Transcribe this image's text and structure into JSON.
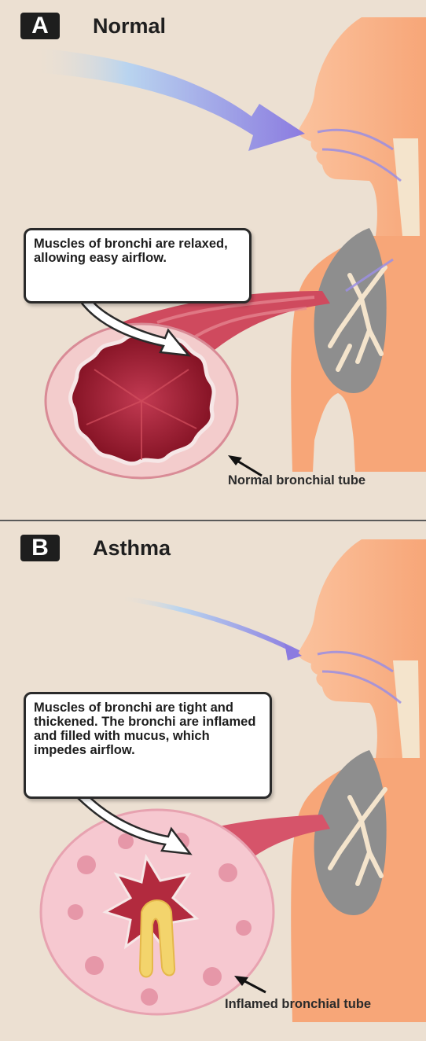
{
  "panels": [
    {
      "letter": "A",
      "title": "Normal",
      "callout": "Muscles of bronchi are relaxed, allowing  easy airflow.",
      "tube_label": "Normal bronchial tube"
    },
    {
      "letter": "B",
      "title": "Asthma",
      "callout": "Muscles of bronchi are tight and thickened. The bronchi are inflamed and filled with mucus, which impedes airflow.",
      "tube_label": "Inflamed bronchial tube"
    }
  ],
  "colors": {
    "background": "#ece0d2",
    "skin": "#f7a678",
    "skin_light": "#fbc29d",
    "lung": "#8e8e8e",
    "airway": "#f4e4cc",
    "airflow": "#8b82dc",
    "tube_wall": "#f3cccc",
    "tube_muscle": "#c62f45",
    "lumen": "#8f1326",
    "mucus": "#f3d46c",
    "divider": "#5a5a5a"
  }
}
